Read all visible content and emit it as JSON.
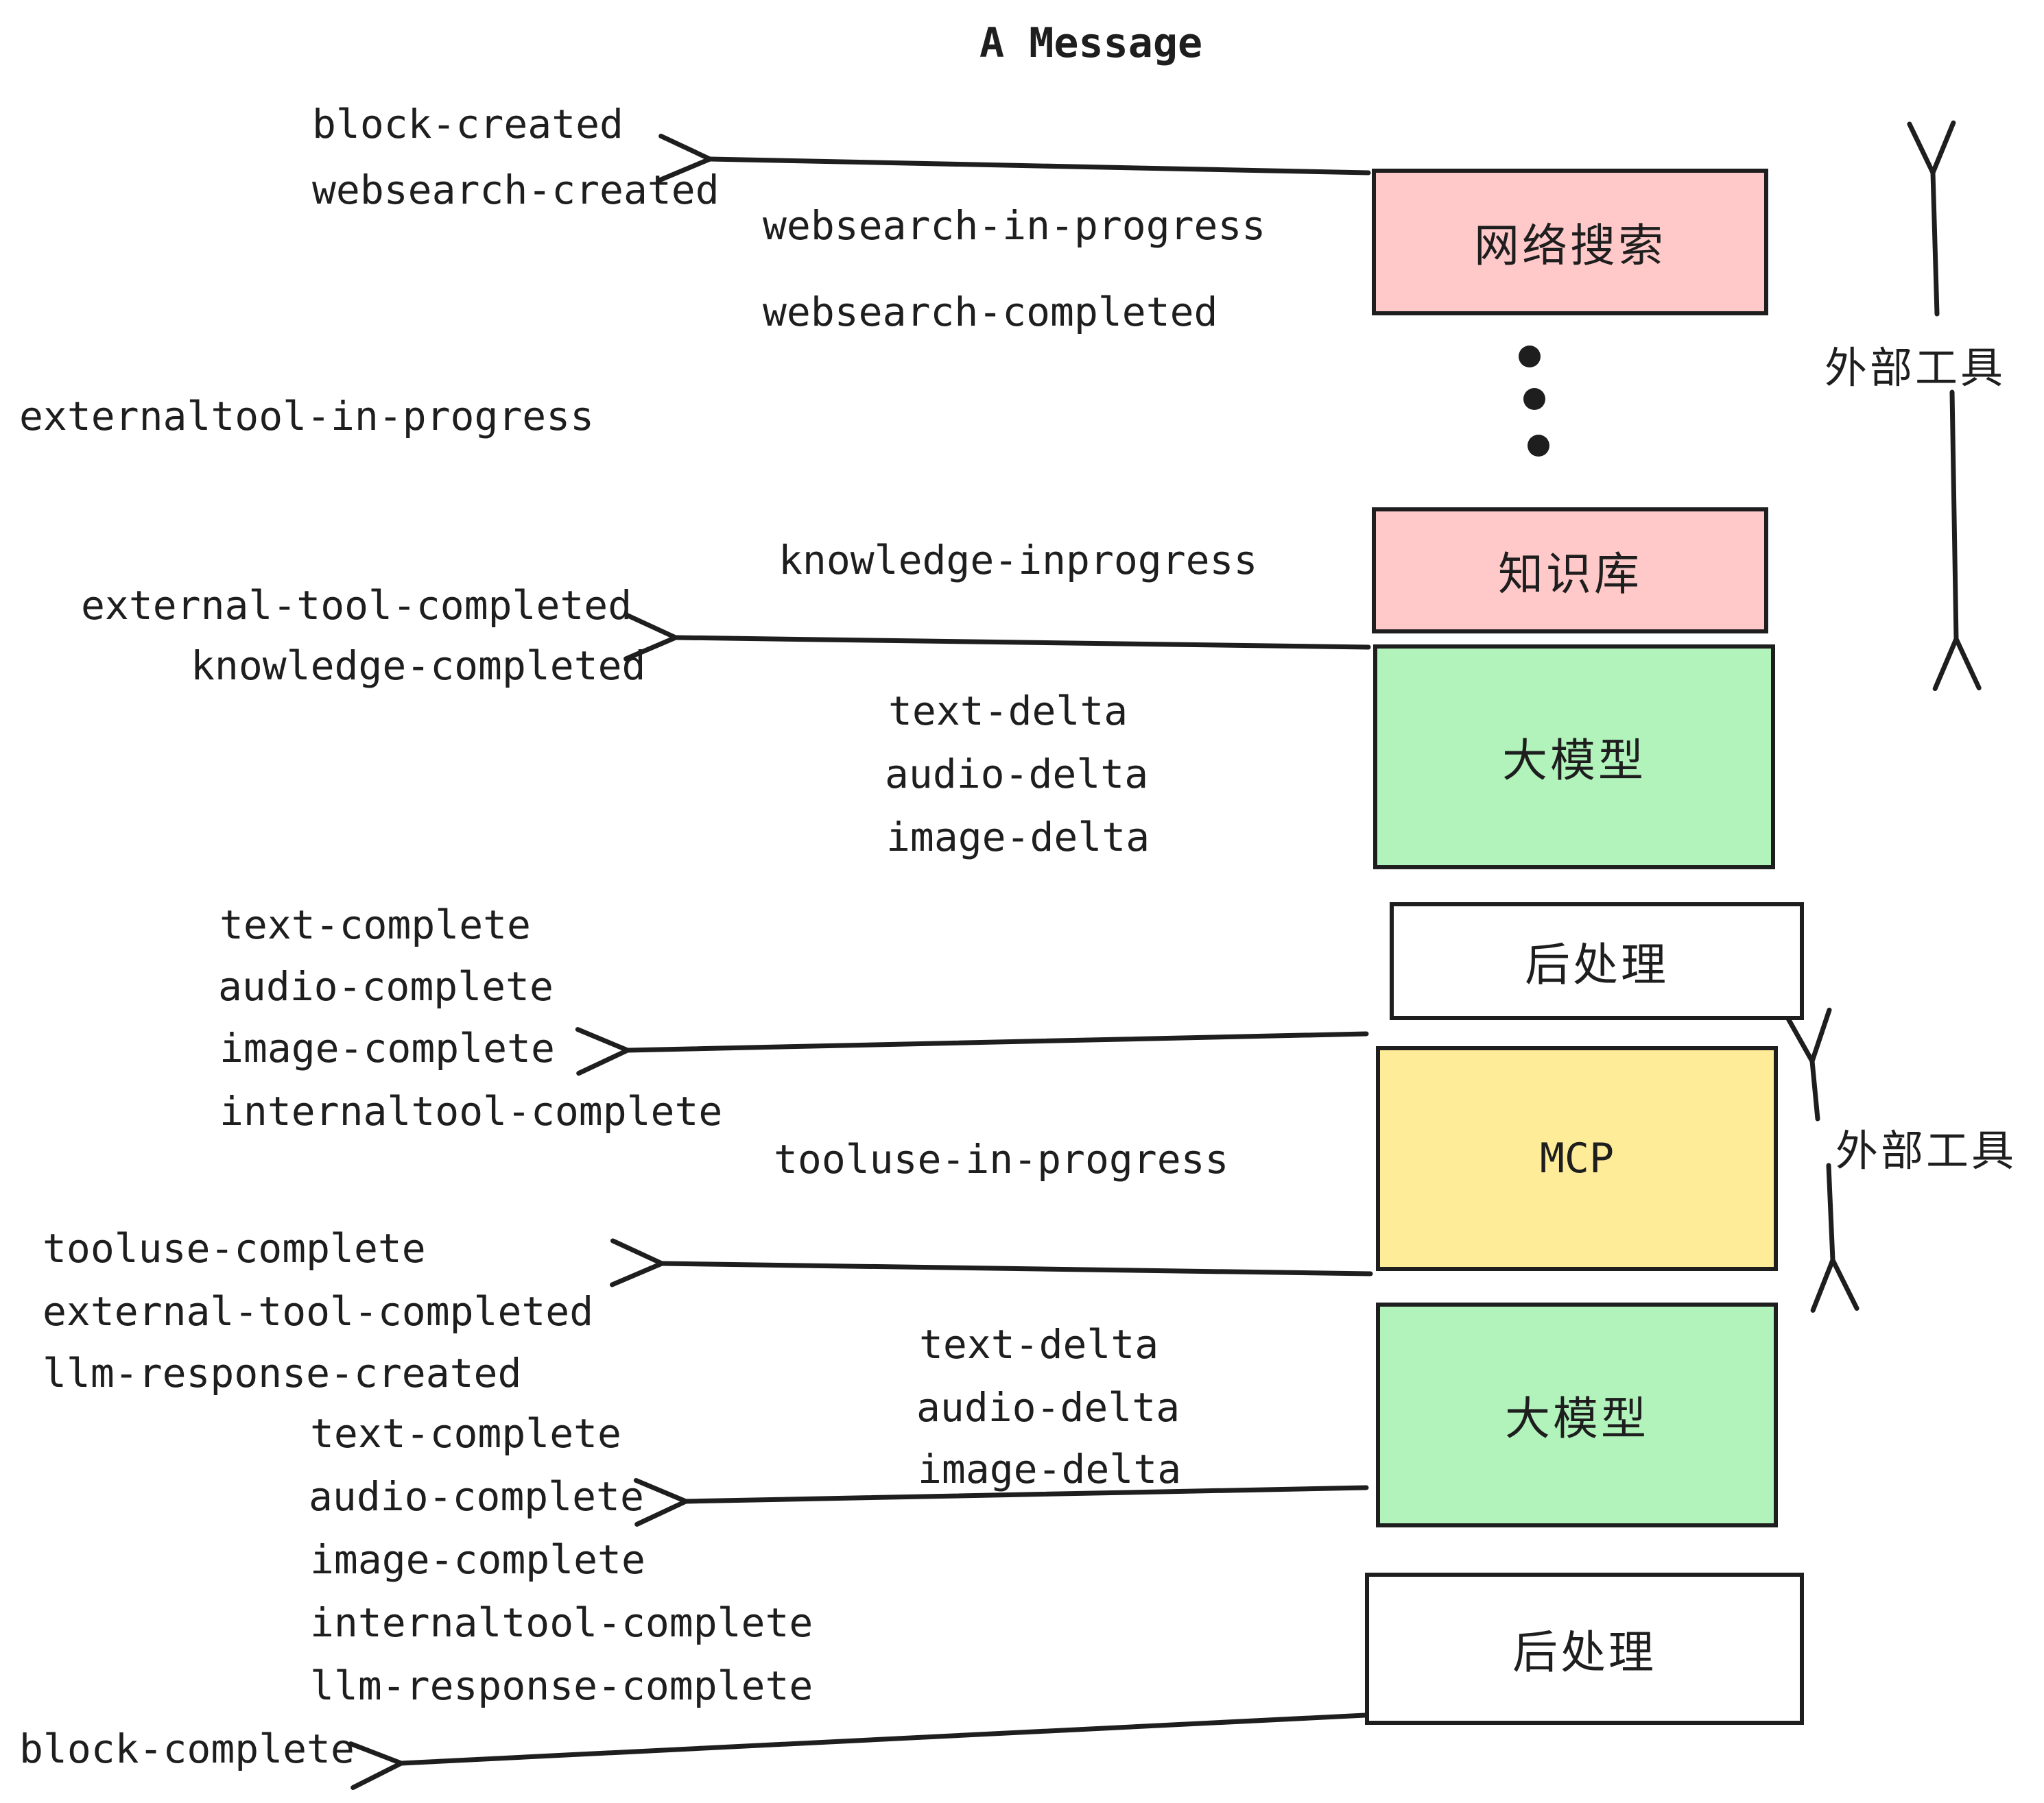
{
  "title": "A Message",
  "colors": {
    "pink": "#ffc9c9",
    "green": "#b2f2bb",
    "yellow": "#ffec99",
    "white": "#ffffff",
    "line": "#1e1e1e"
  },
  "boxes": [
    {
      "id": "websearch",
      "label": "网络搜索",
      "color": "pink"
    },
    {
      "id": "knowledge",
      "label": "知识库",
      "color": "pink"
    },
    {
      "id": "llm_1",
      "label": "大模型",
      "color": "green"
    },
    {
      "id": "post_1",
      "label": "后处理",
      "color": "white"
    },
    {
      "id": "mcp",
      "label": "MCP",
      "color": "yellow"
    },
    {
      "id": "llm_2",
      "label": "大模型",
      "color": "green"
    },
    {
      "id": "post_2",
      "label": "后处理",
      "color": "white"
    }
  ],
  "side_labels": {
    "external_tools_top": "外部工具",
    "external_tools_bottom": "外部工具"
  },
  "events": {
    "block_created": "block-created",
    "websearch_created": "websearch-created",
    "websearch_in_progress": "websearch-in-progress",
    "websearch_completed": "websearch-completed",
    "externaltool_in_progress": "externaltool-in-progress",
    "knowledge_inprogress": "knowledge-inprogress",
    "external_tool_completed_1": "external-tool-completed",
    "knowledge_completed": "knowledge-completed",
    "text_delta_1": "text-delta",
    "audio_delta_1": "audio-delta",
    "image_delta_1": "image-delta",
    "text_complete_1": "text-complete",
    "audio_complete_1": "audio-complete",
    "image_complete_1": "image-complete",
    "internaltool_complete_1": "internaltool-complete",
    "tooluse_in_progress": "tooluse-in-progress",
    "tooluse_complete": "tooluse-complete",
    "external_tool_completed_2": "external-tool-completed",
    "llm_response_created": "llm-response-created",
    "text_complete_2": "text-complete",
    "audio_complete_2": "audio-complete",
    "image_complete_2": "image-complete",
    "internaltool_complete_2": "internaltool-complete",
    "llm_response_complete": "llm-response-complete",
    "block_complete": "block-complete"
  }
}
